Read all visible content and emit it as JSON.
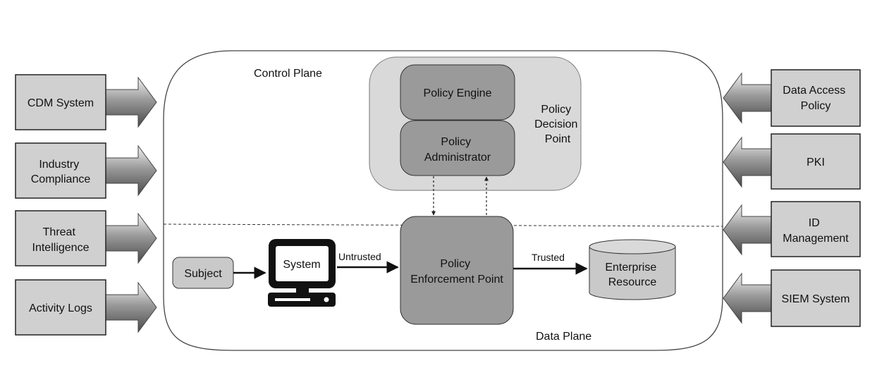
{
  "planes": {
    "control": "Control Plane",
    "data": "Data Plane"
  },
  "inputs_left": [
    {
      "lines": [
        "CDM System"
      ]
    },
    {
      "lines": [
        "Industry",
        "Compliance"
      ]
    },
    {
      "lines": [
        "Threat",
        "Intelligence"
      ]
    },
    {
      "lines": [
        "Activity Logs"
      ]
    }
  ],
  "inputs_right": [
    {
      "lines": [
        "Data Access",
        "Policy"
      ]
    },
    {
      "lines": [
        "PKI"
      ]
    },
    {
      "lines": [
        "ID",
        "Management"
      ]
    },
    {
      "lines": [
        "SIEM System"
      ]
    }
  ],
  "pdp": {
    "label": [
      "Policy",
      "Decision",
      "Point"
    ],
    "engine": "Policy Engine",
    "administrator": [
      "Policy",
      "Administrator"
    ]
  },
  "pep": [
    "Policy",
    "Enforcement Point"
  ],
  "subject": "Subject",
  "system": "System",
  "edges": {
    "untrusted": "Untrusted",
    "trusted": "Trusted"
  },
  "resource": [
    "Enterprise",
    "Resource"
  ],
  "colors": {
    "box_fill": "#d0d0d0",
    "pdp_fill": "#d9d9d9",
    "component_fill": "#9a9a9a",
    "subject_fill": "#c9c9c9",
    "outline": "#333333"
  }
}
